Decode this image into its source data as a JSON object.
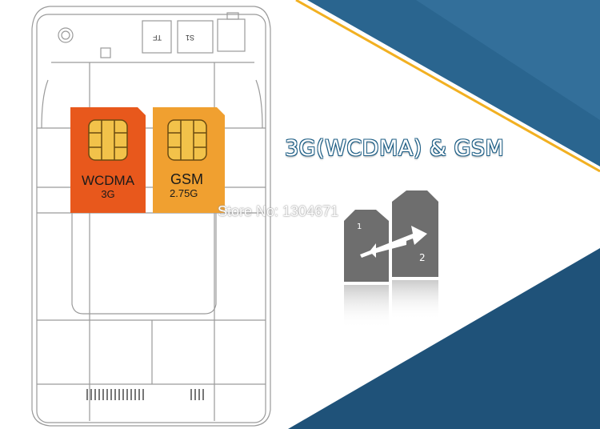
{
  "headline": "3G(WCDMA)  &  GSM",
  "watermark": "Store No: 1304671",
  "device": {
    "slot_labels": [
      "TF",
      "S1"
    ]
  },
  "sim_cards": [
    {
      "network": "WCDMA",
      "band": "3G",
      "color": "#e8581c"
    },
    {
      "network": "GSM",
      "band": "2.75G",
      "color": "#f0a030"
    }
  ],
  "swap_icon": {
    "icon": "sim-swap-icon",
    "labels": [
      "1",
      "2"
    ]
  },
  "colors": {
    "band_dark": "#245d85",
    "band_light": "#2d6e9a",
    "stripe": "#f2b021",
    "device_line": "#9a9a9a"
  }
}
